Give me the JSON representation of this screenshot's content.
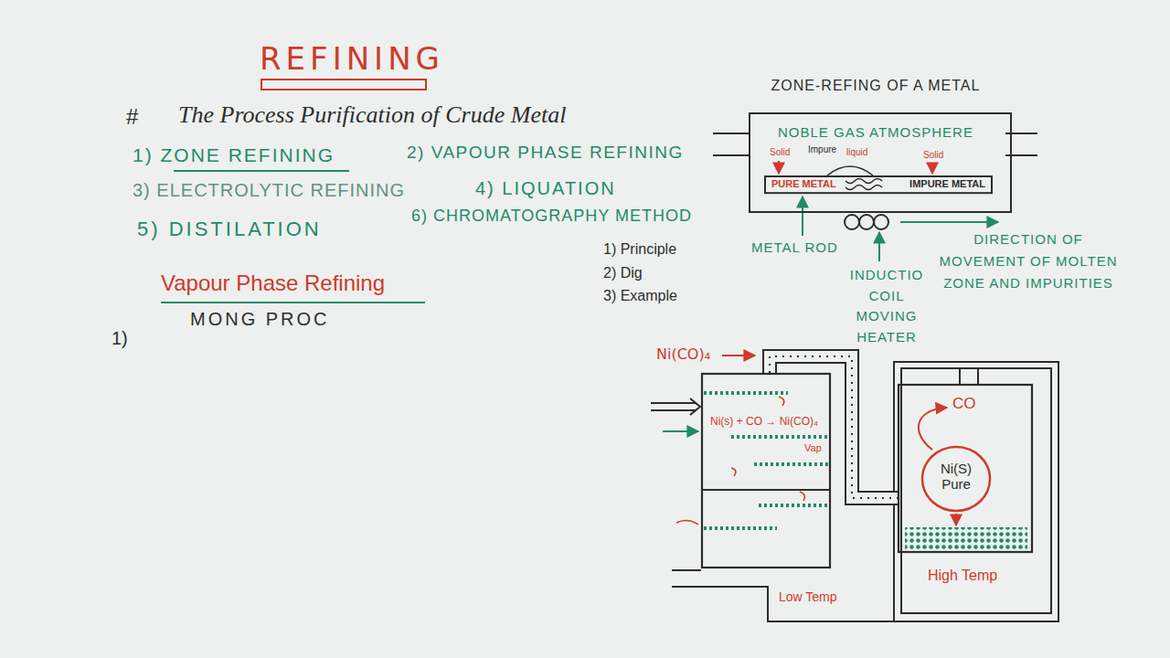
{
  "diagram": {
    "title": "REFINING",
    "nodes": [
      {
        "text": [
          "ZONE-REFING OF A METAL",
          "NOBLE GAS ATMOSPHERE"
        ]
      },
      {
        "text": [
          "PURE METAL",
          "IMPURE METAL"
        ],
        "in": 0
      },
      {
        "text": [
          "Ni(s) + CO → Ni(CO)₄"
        ]
      },
      {
        "text": [
          "CO"
        ]
      },
      {
        "text": [
          "Ni(S) Pure"
        ],
        "in": 3
      }
    ],
    "edges": [
      {
        "from": 2,
        "to": 3,
        "arrow": "none"
      }
    ],
    "labels": [
      "#",
      "The Process Purification of Crude Metal",
      "1) ZONE REFINING",
      "2) VAPOUR PHASE REFINING",
      "3) ELECTROLYTIC REFINING",
      "4) LIQUATION",
      "5) DISTILATION",
      "6) CHROMATOGRAPHY METHOD",
      "1) Principle",
      "2) Dig",
      "3) Example",
      "Vapour Phase Refining",
      "MONG PROC",
      "1)",
      "Solid",
      "Impure",
      "liquid",
      "Solid",
      "METAL ROD",
      "INDUCTIO COIL MOVING HEATER",
      "DIRECTION OF MOVEMENT OF MOLTEN ZONE AND IMPURITIES",
      "Ni(CO)₄",
      "Vap",
      "Low Temp",
      "High Temp"
    ]
  }
}
